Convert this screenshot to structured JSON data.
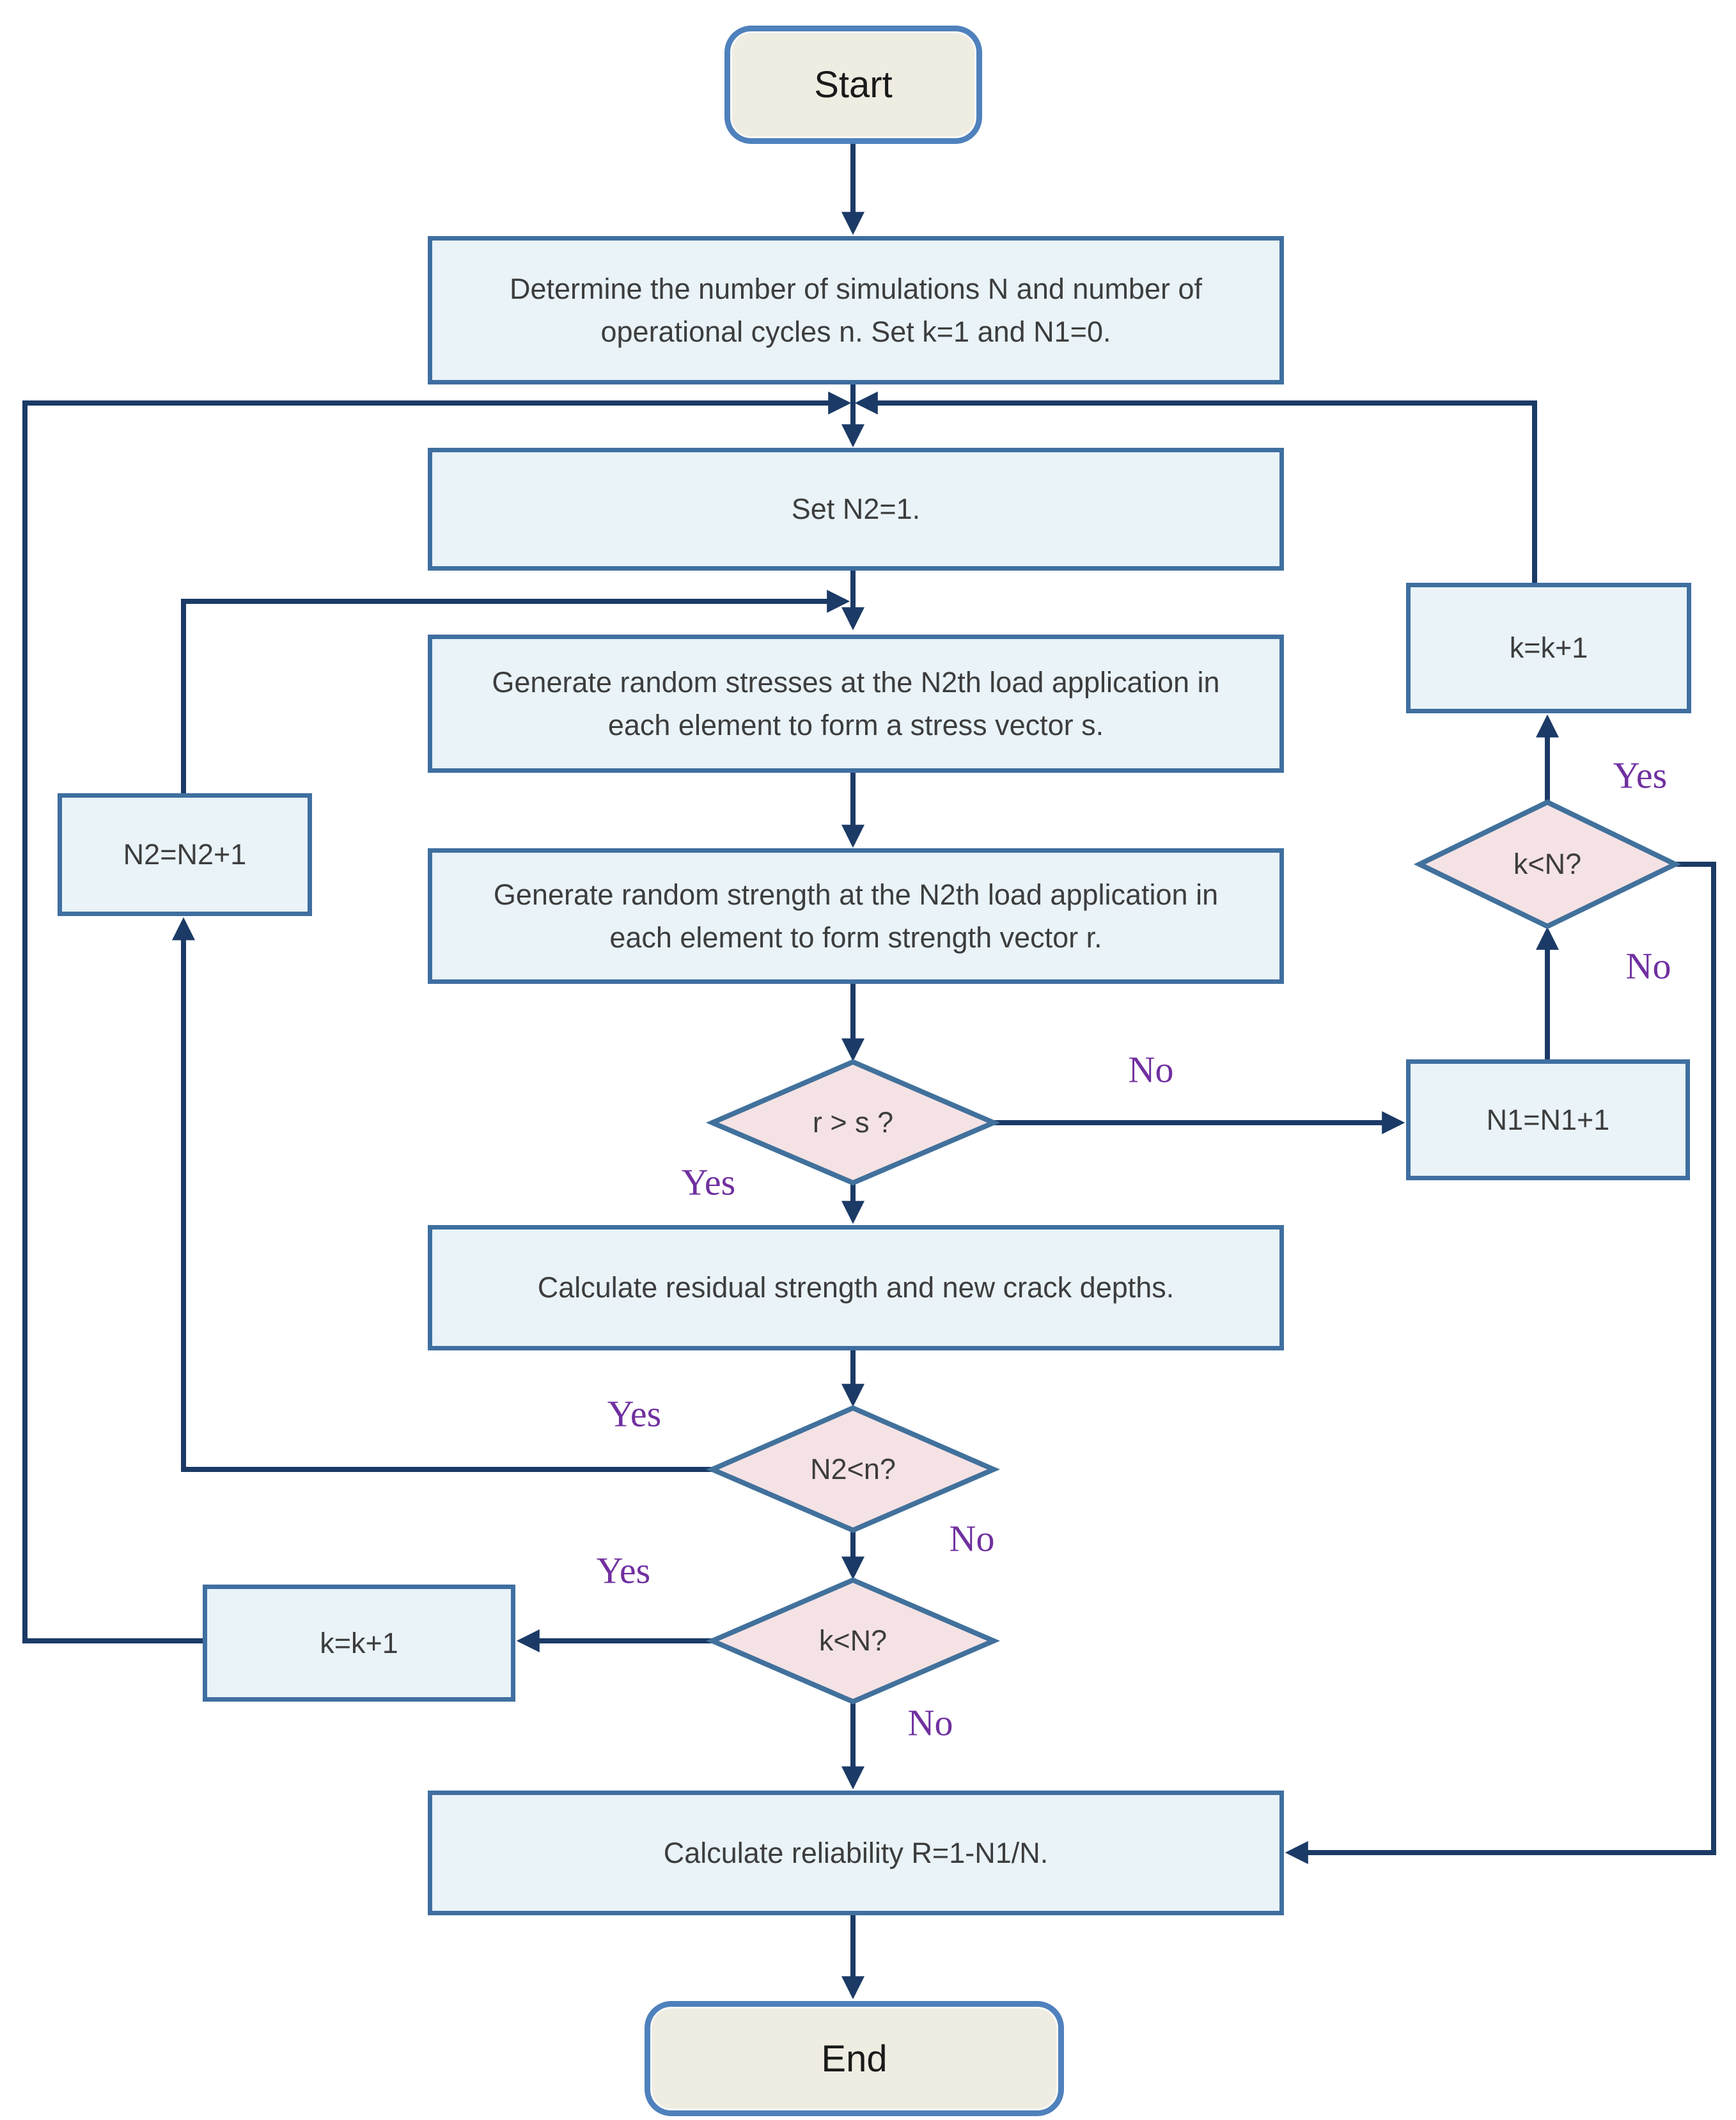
{
  "diagram_type": "flowchart",
  "colors": {
    "connector": "#1b3a66",
    "process_fill": "#e9f3f8",
    "process_border": "#3f6fa0",
    "decision_fill": "#f5e2e4",
    "decision_border": "#41719c",
    "terminal_fill": "#efece2",
    "terminal_border": "#4f81bd",
    "edge_label": "#7030a0",
    "text": "#3d3d3d"
  },
  "nodes": {
    "start": "Start",
    "determine": "Determine the number of simulations N and number of operational cycles n. Set k=1 and N1=0.",
    "set_n2": "Set N2=1.",
    "gen_stress": "Generate random stresses at the N2th load application in each element to form a stress vector s.",
    "gen_strength": "Generate random strength at the N2th load application in each element to form strength vector r.",
    "rs": "r > s ?",
    "n1_inc": "N1=N1+1",
    "kn_right": "k<N?",
    "k_inc_right": "k=k+1",
    "calc_residual": "Calculate residual strength and new crack depths.",
    "n2n": "N2<n?",
    "n2_inc": "N2=N2+1",
    "kn_bottom": "k<N?",
    "k_inc_left": "k=k+1",
    "calc_reliability": "Calculate reliability R=1-N1/N.",
    "end": "End"
  },
  "edge_labels": {
    "rs_no": "No",
    "rs_yes": "Yes",
    "kn_right_yes": "Yes",
    "kn_right_no": "No",
    "n2n_yes": "Yes",
    "n2n_no": "No",
    "kn_bottom_yes": "Yes",
    "kn_bottom_no": "No"
  }
}
